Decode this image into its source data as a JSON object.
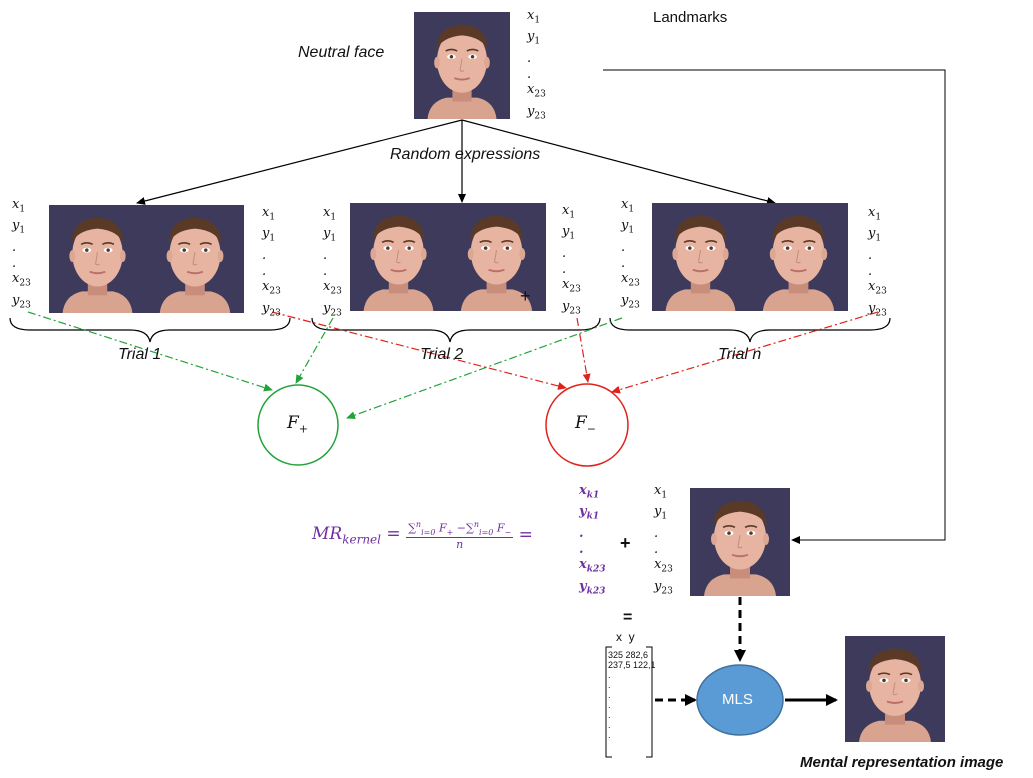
{
  "landmarks_title": "Landmarks",
  "neutral_face_label": "Neutral face",
  "random_expressions_label": "Random expressions",
  "coord_labels": [
    "x1",
    "y1",
    ".",
    ".",
    "x23",
    "y23"
  ],
  "kernel_coord_labels": [
    "xk1",
    "yk1",
    ".",
    ".",
    "xk23",
    "yk23"
  ],
  "trials": [
    "Trial 1",
    "Trial 2",
    "Trial n"
  ],
  "f_plus": "F+",
  "f_minus": "F−",
  "equation": "MRkernel = (Σi=0..n F+ − Σi=0..n F−) / n =",
  "plus_sign": "+",
  "equals_sign": "=",
  "matrix_header": "x  y",
  "matrix_rows": [
    "325  282,6",
    "237,5  122,1",
    ".",
    ".",
    ".",
    ".",
    ".",
    ".",
    "."
  ],
  "mls_label": "MLS",
  "output_label": "Mental representation image",
  "colors": {
    "positive": "#22a33a",
    "negative": "#e0221c",
    "kernel": "#7030a0",
    "mls_fill": "#5b9bd5",
    "mls_stroke": "#41719c",
    "face_bg": "#3d3a5c"
  }
}
